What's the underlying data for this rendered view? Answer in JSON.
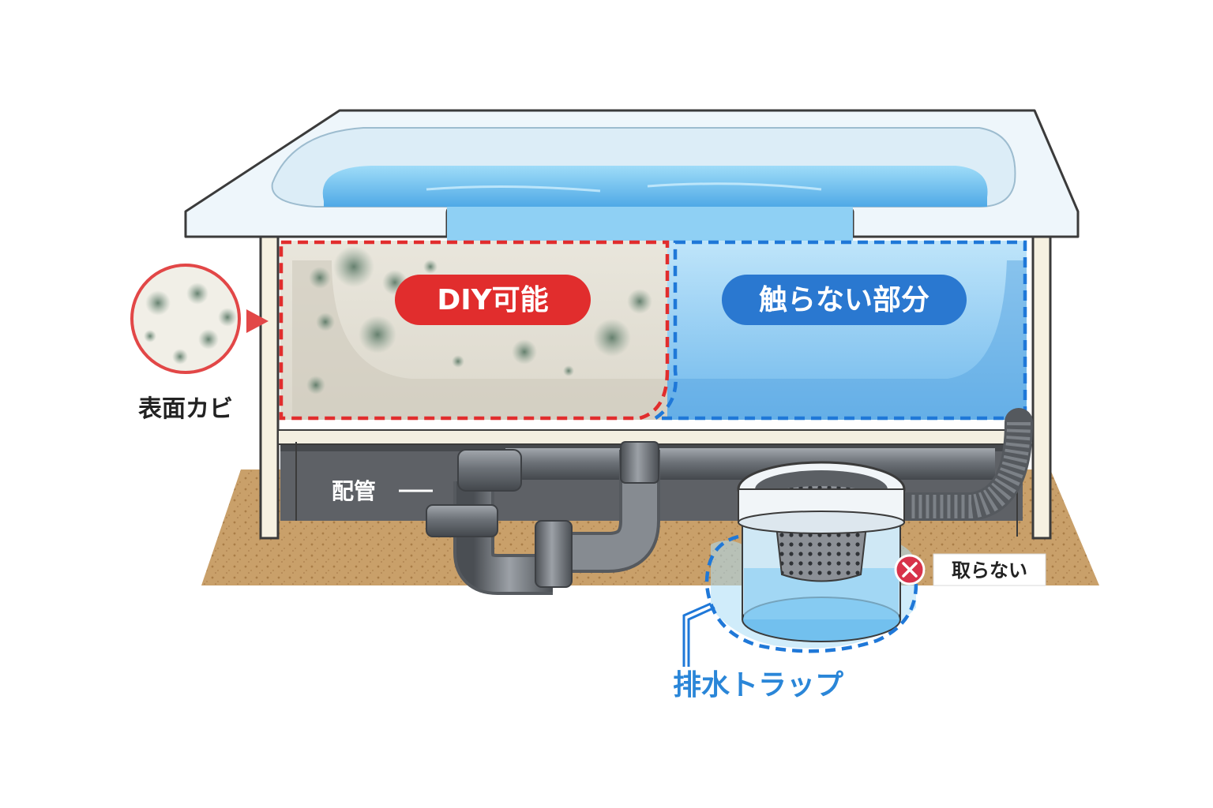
{
  "labels": {
    "diy_possible": "DIY可能",
    "do_not_touch": "触らない部分",
    "surface_mold": "表面カビ",
    "piping": "配管",
    "do_not_remove": "取らない",
    "drain_trap": "排水トラップ"
  },
  "colors": {
    "diy_zone": "#e12d2d",
    "no_touch_zone": "#1f78d8",
    "pipe": "#6d7278",
    "water": "#7fc8f0",
    "tub_rim": "#eef6fb",
    "floor": "#c9a06a",
    "trap_label": "#2a86d8"
  },
  "icons": {
    "do_not_remove_mark": "x-circle-icon",
    "mold_callout_arrow": "triangle-arrow-icon"
  }
}
